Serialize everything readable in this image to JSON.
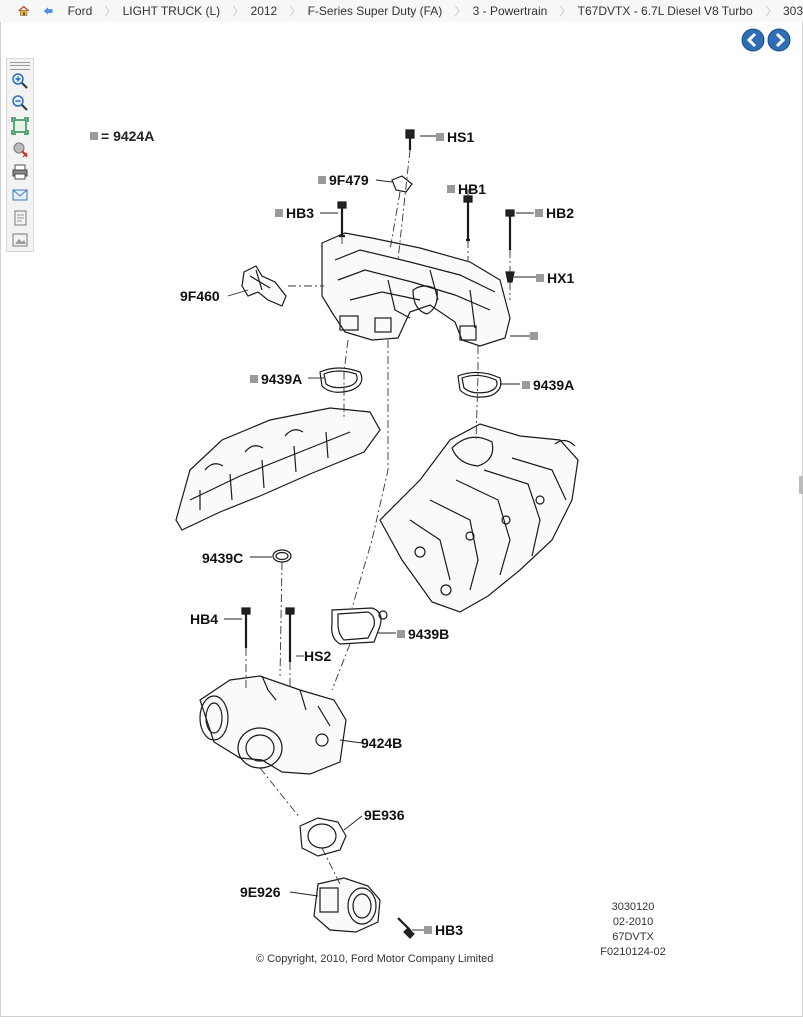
{
  "breadcrumb": {
    "items": [
      "Ford",
      "LIGHT TRUCK (L)",
      "2012",
      "F-Series Super Duty (FA)",
      "3 - Powertrain",
      "T67DVTX - 6.7L Diesel V8 Turbo",
      "303"
    ]
  },
  "legend": {
    "text": "= 9424A"
  },
  "callouts": {
    "hs1": "HS1",
    "9f479": "9F479",
    "hb1": "HB1",
    "hb3_top": "HB3",
    "hb2": "HB2",
    "hx1": "HX1",
    "9f460": "9F460",
    "9439a_left": "9439A",
    "9439a_right": "9439A",
    "9439c": "9439C",
    "hb4": "HB4",
    "hs2": "HS2",
    "9439b": "9439B",
    "9424b": "9424B",
    "9e936": "9E936",
    "9e926": "9E926",
    "hb3_bottom": "HB3"
  },
  "meta": [
    "3030120",
    "02-2010",
    "67DVTX",
    "F0210124-02"
  ],
  "copyright": "© Copyright, 2010, Ford Motor Company Limited",
  "colors": {
    "highlight": "#a6f2a6",
    "nav_blue": "#2f6db5"
  }
}
